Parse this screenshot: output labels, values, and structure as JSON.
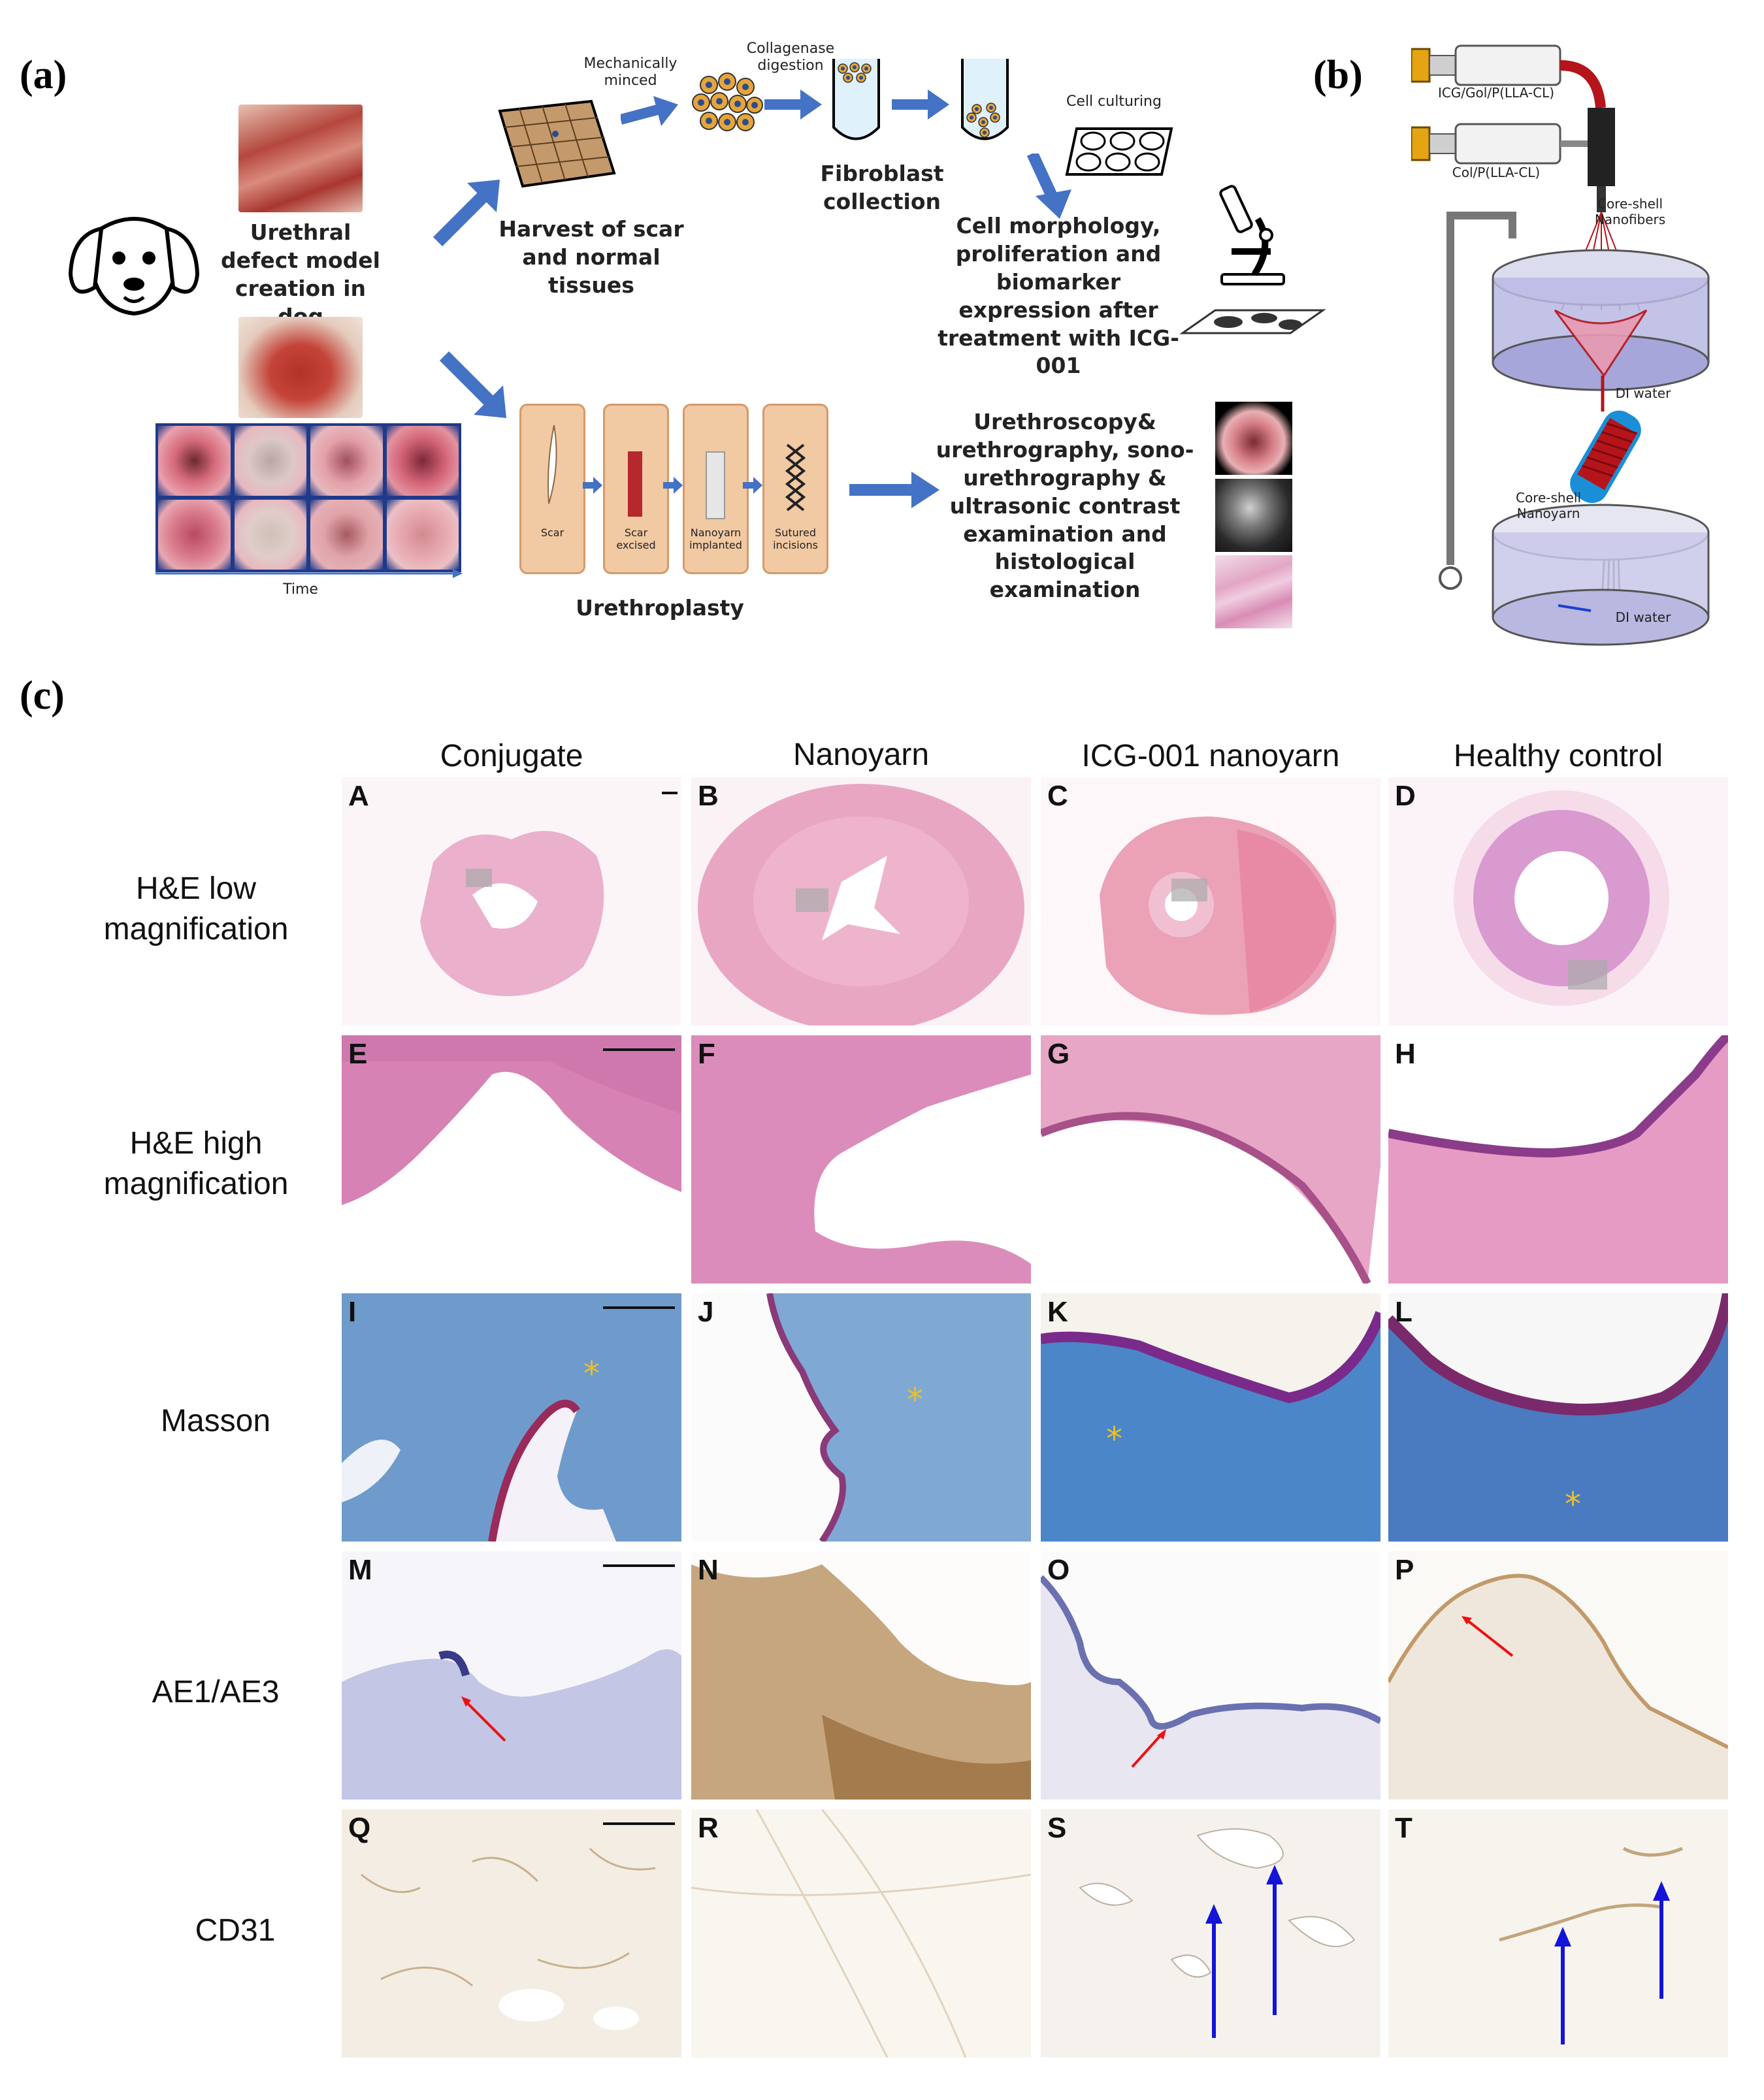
{
  "panel_labels": {
    "a": "(a)",
    "b": "(b)",
    "c": "(c)"
  },
  "panel_a": {
    "model_label": "Urethral defect model creation in dog",
    "harvest_label": "Harvest of scar and normal tissues",
    "minced_label": "Mechanically minced",
    "digestion_label": "Collagenase digestion",
    "fibroblast_label": "Fibroblast collection",
    "culturing_label": "Cell culturing",
    "cell_study_label": "Cell morphology, proliferation and biomarker expression after treatment with ICG-001",
    "time_label": "Time",
    "urethroplasty_steps": [
      "Scar",
      "Scar excised",
      "Nanoyarn implanted",
      "Sutured incisions"
    ],
    "urethroplasty_label": "Urethroplasty",
    "exam_label": "Urethroscopy& urethrography, sono-urethrography & ultrasonic contrast examination and histological examination"
  },
  "panel_b": {
    "syringe1": "ICG/Gol/P(LLA-CL)",
    "syringe2": "Col/P(LLA-CL)",
    "nanofibers": "Core-shell Nanofibers",
    "nanoyarn": "Core-shell Nanoyarn",
    "water1": "DI water",
    "water2": "DI water"
  },
  "panel_c": {
    "columns": [
      "Conjugate",
      "Nanoyarn",
      "ICG-001 nanoyarn",
      "Healthy control"
    ],
    "rows": [
      {
        "label": "H&E low magnification",
        "letters": [
          "A",
          "B",
          "C",
          "D"
        ]
      },
      {
        "label": "H&E high magnification",
        "letters": [
          "E",
          "F",
          "G",
          "H"
        ]
      },
      {
        "label": "Masson",
        "letters": [
          "I",
          "J",
          "K",
          "L"
        ]
      },
      {
        "label": "AE1/AE3",
        "letters": [
          "M",
          "N",
          "O",
          "P"
        ]
      },
      {
        "label": "CD31",
        "letters": [
          "Q",
          "R",
          "S",
          "T"
        ]
      }
    ]
  },
  "colors": {
    "arrow_blue": "#4472c4",
    "he_pink": "#e9a6c8",
    "masson_blue": "#5b8fc4",
    "ihc_bg": "#efe9df"
  }
}
